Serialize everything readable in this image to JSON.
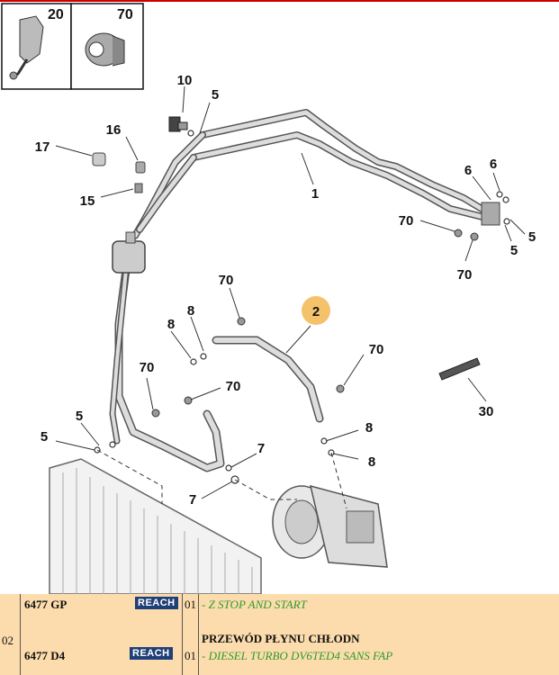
{
  "thumbnails": [
    {
      "number": "20"
    },
    {
      "number": "70"
    }
  ],
  "callouts": {
    "c1": "1",
    "c2": "2",
    "c10": "10",
    "c5a": "5",
    "c16": "16",
    "c17": "17",
    "c15": "15",
    "c6a": "6",
    "c6b": "6",
    "c70a": "70",
    "c5b": "5",
    "c5c": "5",
    "c70b": "70",
    "c70c": "70",
    "c8a": "8",
    "c8b": "8",
    "c70d": "70",
    "c70e": "70",
    "c70f": "70",
    "c30": "30",
    "c5d": "5",
    "c5e": "5",
    "c8c": "8",
    "c8d": "8",
    "c7a": "7",
    "c7b": "7"
  },
  "parts": {
    "row_index": "02",
    "rows": [
      {
        "ref": "6477 GP",
        "badge": "REACH",
        "qty": "01",
        "note": "- Z STOP AND START"
      },
      {
        "ref": "6477 D4",
        "badge": "REACH",
        "qty": "01",
        "note": "- DIESEL TURBO DV6TED4 SANS FAP"
      }
    ],
    "description": "PRZEWÓD PŁYNU CHŁODN",
    "highlight_color": "#f4c26b",
    "table_bg": "#fcdcad",
    "note_color": "#2f9a2f",
    "badge_color": "#1f3f78"
  }
}
